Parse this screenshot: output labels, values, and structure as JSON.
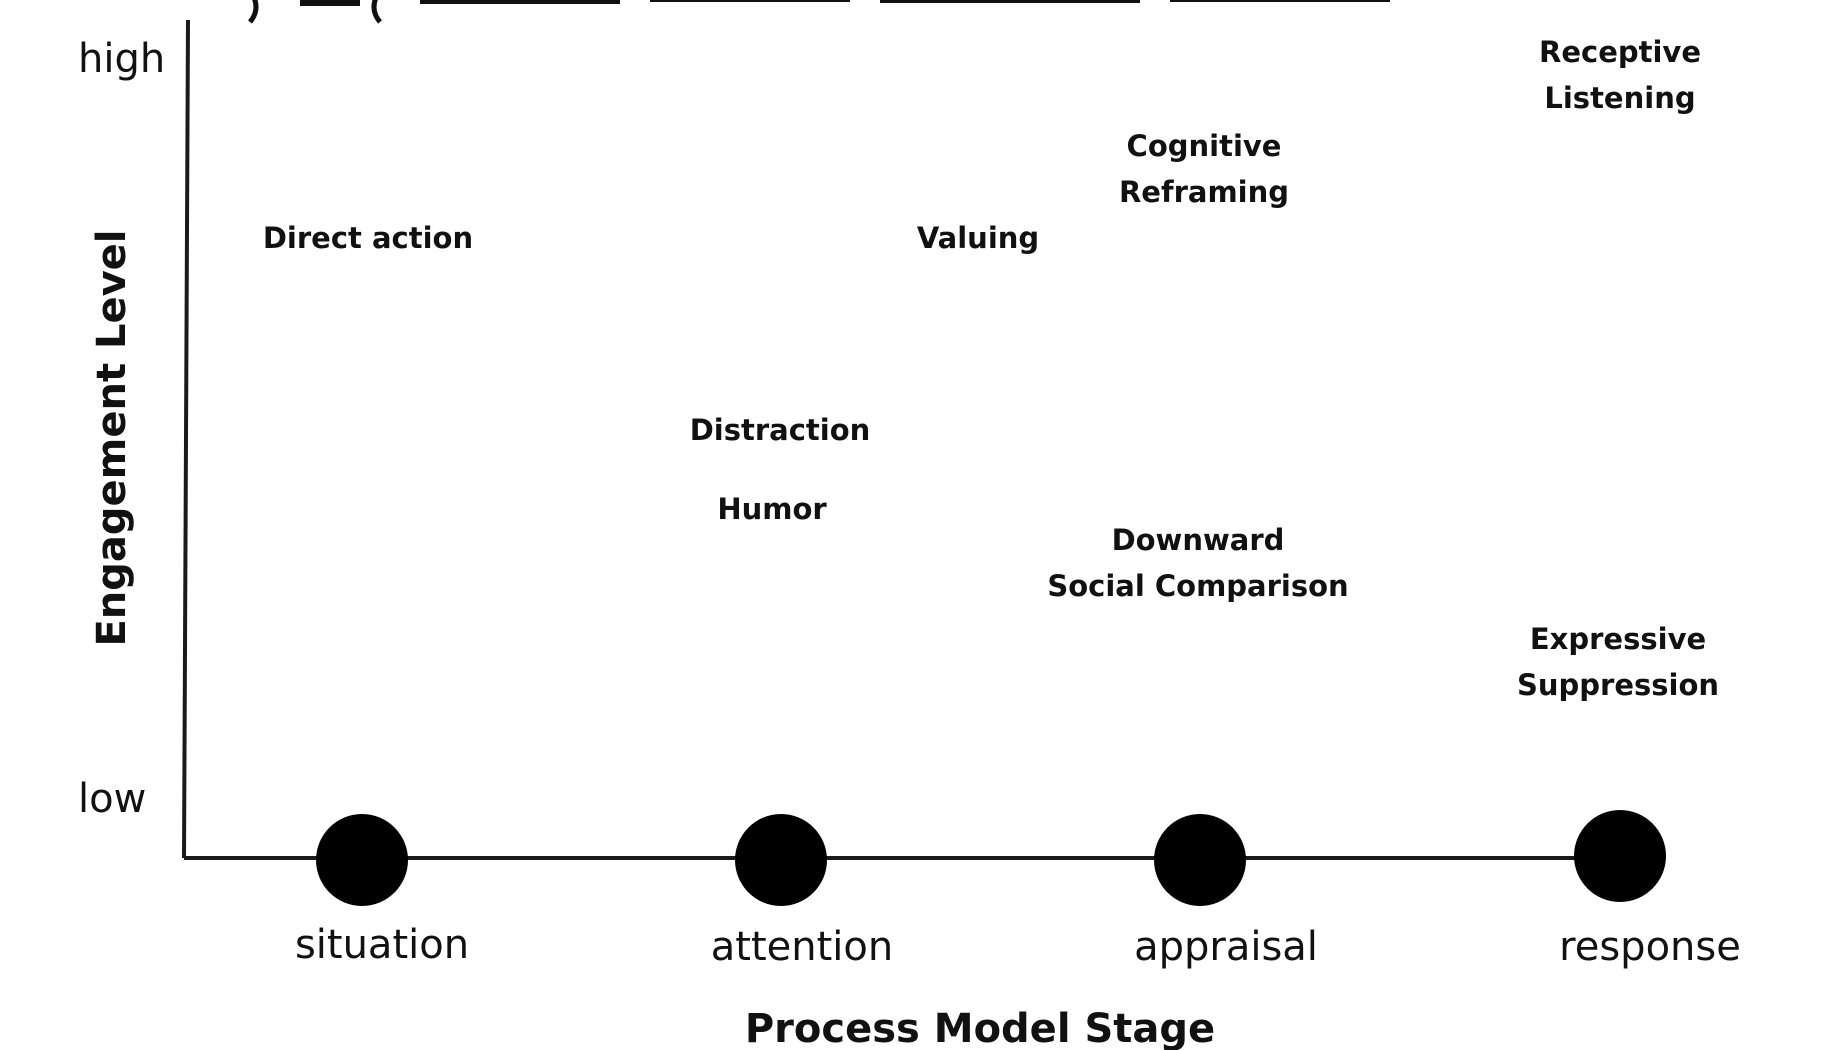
{
  "diagram": {
    "y_axis": {
      "label": "Engagement Level",
      "high_label": "high",
      "low_label": "low"
    },
    "x_axis": {
      "label": "Process Model Stage",
      "stages": [
        "situation",
        "attention",
        "appraisal",
        "response"
      ]
    },
    "strategies": [
      {
        "id": "direct-action",
        "lines": [
          "Direct action"
        ]
      },
      {
        "id": "valuing",
        "lines": [
          "Valuing"
        ]
      },
      {
        "id": "cognitive-reframing",
        "lines": [
          "Cognitive",
          "Reframing"
        ]
      },
      {
        "id": "receptive-listening",
        "lines": [
          "Receptive",
          "Listening"
        ]
      },
      {
        "id": "distraction",
        "lines": [
          "Distraction"
        ]
      },
      {
        "id": "humor",
        "lines": [
          "Humor"
        ]
      },
      {
        "id": "downward-social-comparison",
        "lines": [
          "Downward",
          "Social Comparison"
        ]
      },
      {
        "id": "expressive-suppression",
        "lines": [
          "Expressive",
          "Suppression"
        ]
      }
    ]
  }
}
